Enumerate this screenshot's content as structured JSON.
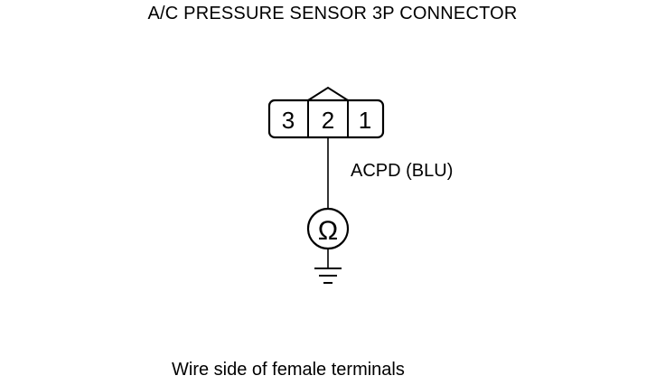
{
  "title": "A/C PRESSURE SENSOR 3P CONNECTOR",
  "connector": {
    "terminals": [
      "3",
      "2",
      "1"
    ]
  },
  "wire": {
    "label": "ACPD (BLU)"
  },
  "meter": {
    "symbol": "Ω"
  },
  "caption": "Wire side of female terminals",
  "colors": {
    "line": "#000000",
    "background": "#ffffff"
  }
}
